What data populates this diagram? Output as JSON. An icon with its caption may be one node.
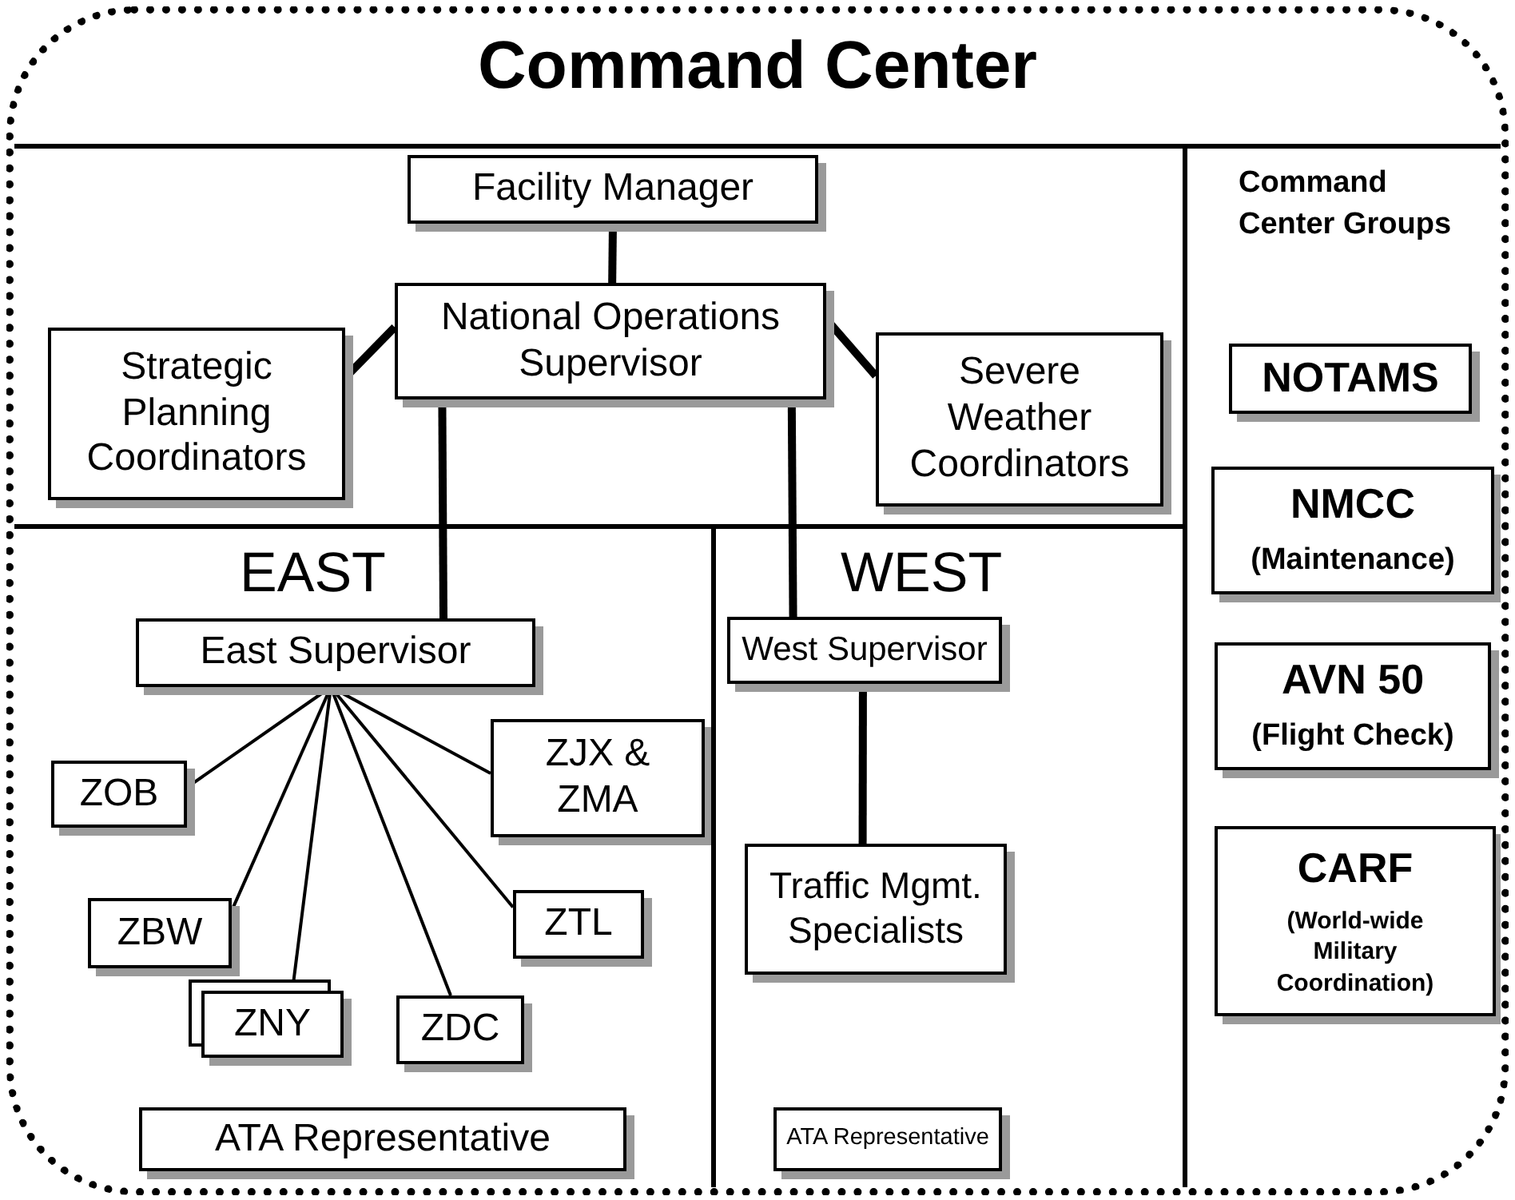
{
  "diagram": {
    "nodes": [
      {
        "text": [
          "Command Center"
        ]
      },
      {
        "text": [
          "Facility Manager"
        ],
        "in": 0
      },
      {
        "text": [
          "National Operations Supervisor"
        ],
        "in": 0
      },
      {
        "text": [
          "Strategic Planning Coordinators"
        ],
        "in": 0
      },
      {
        "text": [
          "Severe Weather Coordinators"
        ],
        "in": 0
      },
      {
        "text": [
          "EAST"
        ],
        "in": 0
      },
      {
        "text": [
          "East Supervisor"
        ],
        "in": 5
      },
      {
        "text": [
          "ZOB"
        ],
        "in": 5
      },
      {
        "text": [
          "ZJX & ZMA"
        ],
        "in": 5
      },
      {
        "text": [
          "ZBW"
        ],
        "in": 5
      },
      {
        "text": [
          "ZTL"
        ],
        "in": 5
      },
      {
        "text": [
          "ZNY"
        ],
        "in": 5
      },
      {
        "text": [
          "ZDC"
        ],
        "in": 5
      },
      {
        "text": [
          "ATA Representative"
        ],
        "in": 5
      },
      {
        "text": [
          "WEST"
        ],
        "in": 0
      },
      {
        "text": [
          "West Supervisor"
        ],
        "in": 14
      },
      {
        "text": [
          "Traffic Mgmt. Specialists"
        ],
        "in": 14
      },
      {
        "text": [
          "ATA Representative"
        ],
        "in": 14
      },
      {
        "text": [
          "Command Center Groups"
        ],
        "in": 0
      },
      {
        "text": [
          "NOTAMS"
        ],
        "in": 18
      },
      {
        "text": [
          "NMCC",
          "(Maintenance)"
        ],
        "in": 18
      },
      {
        "text": [
          "AVN 50",
          "(Flight Check)"
        ],
        "in": 18
      },
      {
        "text": [
          "CARF",
          "(World-wide Military Coordination)"
        ],
        "in": 18
      }
    ],
    "edges": [
      {
        "from": 1,
        "to": 2,
        "arrow": "none",
        "style": "thick"
      },
      {
        "from": 2,
        "to": 3,
        "arrow": "none",
        "style": "thick"
      },
      {
        "from": 2,
        "to": 4,
        "arrow": "none",
        "style": "thick"
      },
      {
        "from": 2,
        "to": 6,
        "arrow": "none",
        "style": "thick"
      },
      {
        "from": 2,
        "to": 15,
        "arrow": "none",
        "style": "thick"
      },
      {
        "from": 15,
        "to": 16,
        "arrow": "none",
        "style": "thick"
      },
      {
        "from": 6,
        "to": 7,
        "arrow": "none"
      },
      {
        "from": 6,
        "to": 8,
        "arrow": "none"
      },
      {
        "from": 6,
        "to": 9,
        "arrow": "none"
      },
      {
        "from": 6,
        "to": 11,
        "arrow": "none"
      },
      {
        "from": 6,
        "to": 12,
        "arrow": "none"
      },
      {
        "from": 6,
        "to": 10,
        "arrow": "none"
      }
    ]
  }
}
